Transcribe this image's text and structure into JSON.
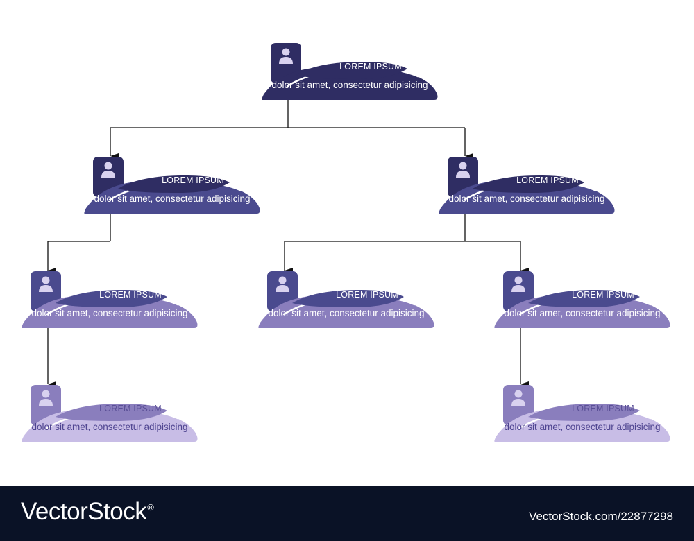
{
  "diagram": {
    "type": "org-chart",
    "palette": {
      "level1": "#2f2d63",
      "level2": "#4a4a8e",
      "level3": "#8a7ebd",
      "level4": "#c8bde6",
      "connector": "#111111"
    },
    "icon": "person-icon",
    "nodes": [
      {
        "id": "n1",
        "level": 1,
        "parent": null,
        "title": "LOREM IPSUM",
        "desc": "dolor sit amet, consectetur adipisicing"
      },
      {
        "id": "n2",
        "level": 2,
        "parent": "n1",
        "title": "LOREM IPSUM",
        "desc": "dolor sit amet, consectetur adipisicing"
      },
      {
        "id": "n3",
        "level": 2,
        "parent": "n1",
        "title": "LOREM IPSUM",
        "desc": "dolor sit amet, consectetur adipisicing"
      },
      {
        "id": "n4",
        "level": 3,
        "parent": "n2",
        "title": "LOREM IPSUM",
        "desc": "dolor sit amet, consectetur adipisicing"
      },
      {
        "id": "n5",
        "level": 3,
        "parent": "n3",
        "title": "LOREM IPSUM",
        "desc": "dolor sit amet, consectetur adipisicing"
      },
      {
        "id": "n6",
        "level": 3,
        "parent": "n3",
        "title": "LOREM IPSUM",
        "desc": "dolor sit amet, consectetur adipisicing"
      },
      {
        "id": "n7",
        "level": 4,
        "parent": "n4",
        "title": "LOREM IPSUM",
        "desc": "dolor sit amet, consectetur adipisicing"
      },
      {
        "id": "n8",
        "level": 4,
        "parent": "n6",
        "title": "LOREM IPSUM",
        "desc": "dolor sit amet, consectetur adipisicing"
      }
    ]
  },
  "footer": {
    "brand": "VectorStock",
    "brand_mark": "®",
    "url": "VectorStock.com/22877298",
    "background": "#0a1226"
  }
}
